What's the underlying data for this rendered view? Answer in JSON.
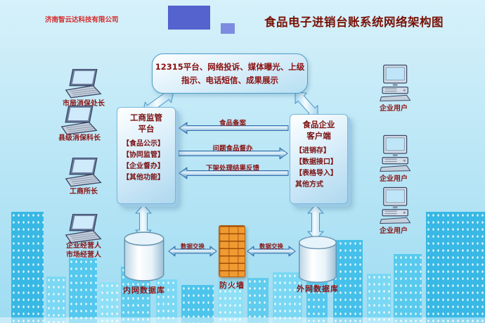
{
  "header": {
    "company": "济南智云达科技有限公司",
    "title": "食品电子进销台账系统网络架构图"
  },
  "top_box": {
    "line1": "12315平台、网络投诉、媒体曝光、上级",
    "line2": "指示、电话短信、成果展示"
  },
  "left_users": [
    {
      "label": "市局消保处长"
    },
    {
      "label": "县级消保科长"
    },
    {
      "label": "工商所长"
    },
    {
      "label": "企业经营人",
      "label2": "市场经营人"
    }
  ],
  "right_users": [
    {
      "label": "企业用户"
    },
    {
      "label": "企业用户"
    },
    {
      "label": "企业用户"
    }
  ],
  "regulator_box": {
    "title_line1": "工商监管",
    "title_line2": "平台",
    "items": [
      "【食品公示】",
      "【协同监管】",
      "【企业督办】",
      "【其他功能】"
    ]
  },
  "enterprise_box": {
    "title_line1": "食品企业",
    "title_line2": "客户端",
    "items": [
      "【进销存】",
      "【数据接口】",
      "【表格导入】",
      "其他方式"
    ]
  },
  "flow_labels": {
    "record": "食品备案",
    "supervise": "问题食品督办",
    "feedback": "下架处理结果反馈",
    "exchange_left": "数据交换",
    "exchange_right": "数据交换"
  },
  "bottom": {
    "firewall": "防火墙",
    "internal_db": "内网数据库",
    "external_db": "外网数据库"
  },
  "colors": {
    "title_text": "#7a1208",
    "company_text": "#d42a2a",
    "label_text": "#8b1515",
    "arrow_fill_light": "#bfe3f5",
    "arrow_stroke": "#4a94c4",
    "box_border": "#79b6da",
    "firewall_orange": "#f09a32",
    "logo_blue": "#5463cd",
    "background_top": "#d6f1fa",
    "background_bottom": "#9fdcf2"
  }
}
